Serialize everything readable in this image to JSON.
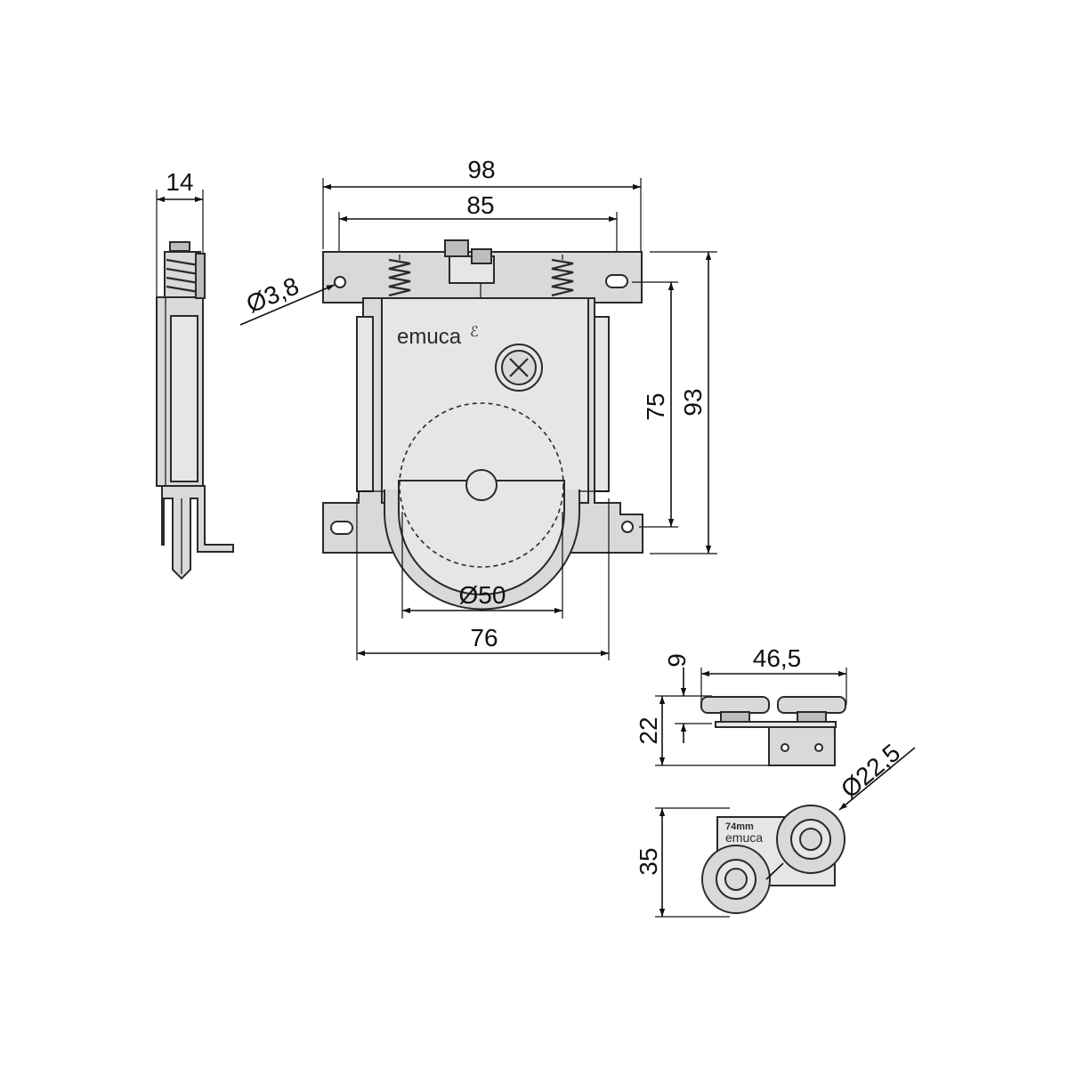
{
  "dimensions": {
    "side_width": "14",
    "overall_width": "98",
    "hole_spacing": "85",
    "hole_diameter": "Ø3,8",
    "mount_spacing": "75",
    "overall_height": "93",
    "wheel_diameter": "Ø50",
    "body_width": "76",
    "guide_height_small": "9",
    "guide_width": "46,5",
    "guide_height": "22",
    "guide_wheel_diameter": "Ø22,5",
    "guide_depth": "35"
  },
  "labels": {
    "brand_main": "emuca",
    "brand_guide_size": "74mm",
    "brand_guide": "emuca"
  },
  "colors": {
    "part_fill": "#d9d9d9",
    "line": "#111111"
  }
}
